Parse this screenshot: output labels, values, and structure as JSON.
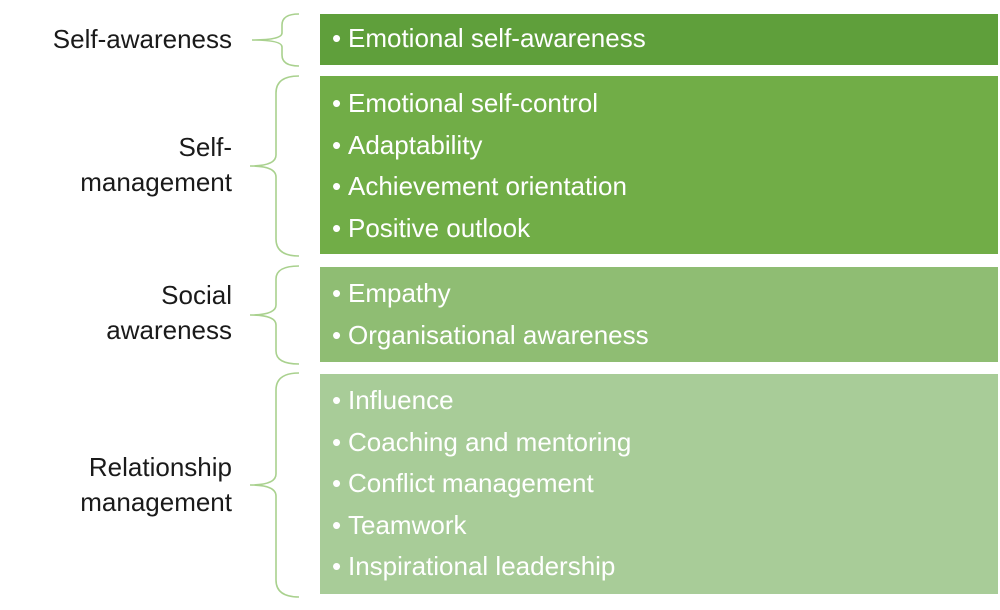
{
  "colors": {
    "bracket": "#a9d18e",
    "text_on_box": "#ffffff",
    "label_text": "#1a1a1a"
  },
  "groups": [
    {
      "label": "Self-awareness",
      "color": "#5f9f3b",
      "items": [
        "Emotional self-awareness"
      ]
    },
    {
      "label": "Self-\nmanagement",
      "color": "#71ad47",
      "items": [
        "Emotional self-control",
        "Adaptability",
        "Achievement orientation",
        "Positive outlook"
      ]
    },
    {
      "label": "Social\nawareness",
      "color": "#8fbd73",
      "items": [
        "Empathy",
        "Organisational awareness"
      ]
    },
    {
      "label": "Relationship\nmanagement",
      "color": "#a8cc98",
      "items": [
        "Influence",
        "Coaching and mentoring",
        "Conflict management",
        "Teamwork",
        "Inspirational leadership"
      ]
    }
  ]
}
